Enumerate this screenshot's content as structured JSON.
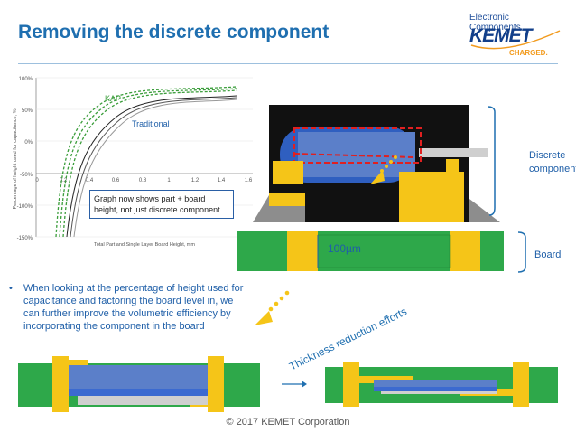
{
  "slide": {
    "title": "Removing the discrete component",
    "footer": "© 2017 KEMET Corporation"
  },
  "logo": {
    "top": "Electronic Components",
    "word": "KEMET",
    "tag": "CHARGED."
  },
  "graph": {
    "yticks": [
      "100%",
      "50%",
      "0%",
      "-50%",
      "-100%",
      "-150%"
    ],
    "xticks": [
      "0",
      "0.2",
      "0.4",
      "0.6",
      "0.8",
      "1",
      "1.2",
      "1.4",
      "1.6"
    ],
    "xlabel": "Total Part and Single Layer Board Height, mm",
    "ylabel": "Percentage of height used for capacitance, %",
    "kap_label": "KAP",
    "traditional_label": "Traditional",
    "note": "Graph now shows part + board height, not just discrete component"
  },
  "diagram": {
    "thickness_label": "100µm",
    "discrete_label_line1": "Discrete",
    "discrete_label_line2": "component",
    "board_label": "Board",
    "arrow_label": "Thickness reduction efforts"
  },
  "bullet": {
    "symbol": "•",
    "text": "When looking at the percentage of height used for capacitance and factoring the board level in, we can further improve the volumetric efficiency by incorporating the component in the board"
  },
  "colors": {
    "title": "#1f6fb0",
    "pcb_green": "#2ea84a",
    "copper": "#f5c518",
    "cap_blue": "#2f5fc0",
    "kap_green": "#3a9d3a",
    "dash_red": "#e02020"
  }
}
